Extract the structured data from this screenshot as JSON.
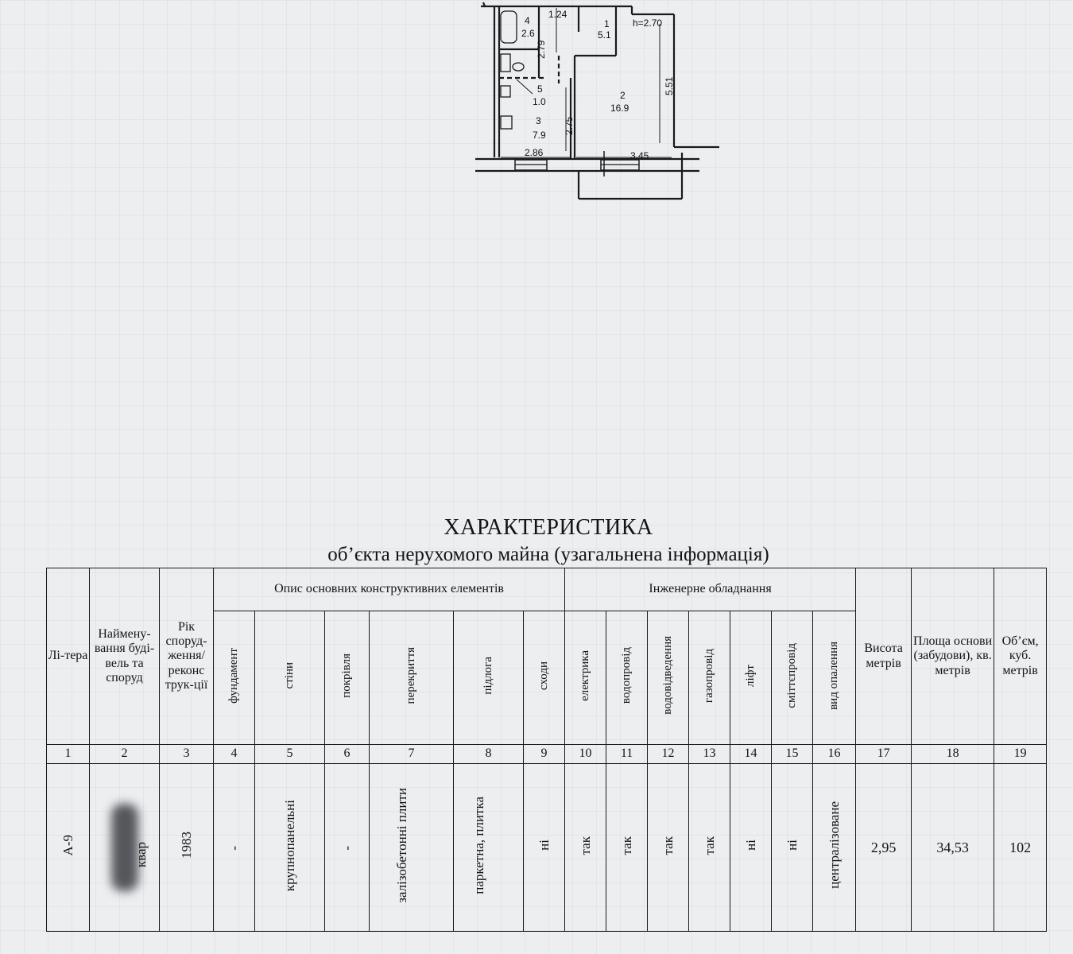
{
  "floor_plan": {
    "ceiling_height": "h=2.70",
    "rooms": [
      {
        "number": "1",
        "area": "5.1"
      },
      {
        "number": "2",
        "area": "16.9"
      },
      {
        "number": "3",
        "area": "7.9"
      },
      {
        "number": "4",
        "area": "2.6"
      },
      {
        "number": "5",
        "area": "1.0"
      }
    ],
    "dimensions": [
      "1.24",
      "2.79",
      "5.51",
      "2.75",
      "2.86",
      "3.45"
    ]
  },
  "document": {
    "title": "ХАРАКТЕРИСТИКА",
    "subtitle": "об’єкта нерухомого майна (узагальнена інформація)"
  },
  "table": {
    "group_headers": {
      "construction": "Опис основних конструктивних елементів",
      "engineering": "Інженерне обладнання"
    },
    "headers": {
      "litera": "Лі-тера",
      "name": "Наймену-вання буді-вель та споруд",
      "year": "Рік споруд­ження/ реконс трук-ції",
      "foundation": "фундамент",
      "walls": "стіни",
      "roof": "покрівля",
      "slabs": "перекриття",
      "floor": "підлога",
      "stairs": "сходи",
      "electric": "електрика",
      "water": "водопровід",
      "sewer": "водовідведення",
      "gas": "газопровід",
      "lift": "ліфт",
      "garbage": "сміттєпровід",
      "heating": "вид опалення",
      "height": "Висота метрів",
      "base_area": "Площа основи (забудови), кв. метрів",
      "volume": "Об’єм, куб. метрів"
    },
    "column_numbers": [
      "1",
      "2",
      "3",
      "4",
      "5",
      "6",
      "7",
      "8",
      "9",
      "10",
      "11",
      "12",
      "13",
      "14",
      "15",
      "16",
      "17",
      "18",
      "19"
    ],
    "row": {
      "litera": "А-9",
      "name": "квар",
      "year": "1983",
      "foundation": "-",
      "walls": "крупнопанельні",
      "roof": "-",
      "slabs": "залізобетонні плити",
      "floor": "паркетна, плитка",
      "stairs": "ні",
      "electric": "так",
      "water": "так",
      "sewer": "так",
      "gas": "так",
      "lift": "ні",
      "garbage": "ні",
      "heating": "централізоване",
      "height": "2,95",
      "base_area": "34,53",
      "volume": "102"
    }
  }
}
